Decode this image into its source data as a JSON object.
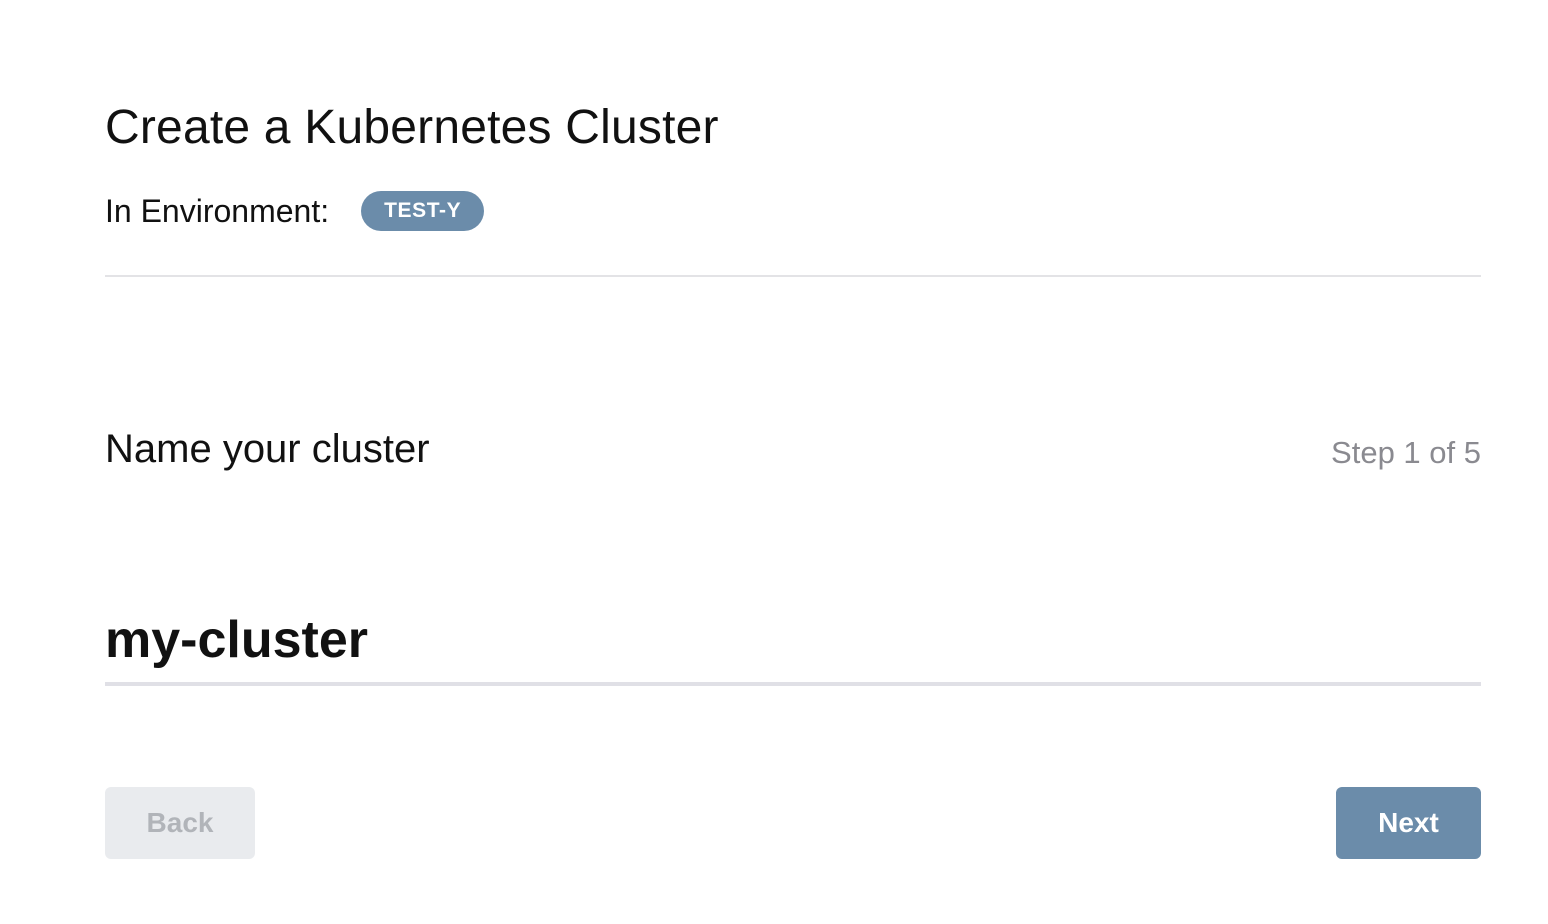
{
  "header": {
    "title": "Create a Kubernetes Cluster",
    "environment_label": "In Environment:",
    "environment_badge": "TEST-Y"
  },
  "step": {
    "title": "Name your cluster",
    "counter": "Step 1 of 5",
    "current": 1,
    "total": 5
  },
  "form": {
    "cluster_name_value": "my-cluster"
  },
  "footer": {
    "back_label": "Back",
    "back_disabled": true,
    "next_label": "Next"
  },
  "colors": {
    "accent": "#6b8caa",
    "divider": "#e3e3e6",
    "disabled_bg": "#e9ebee",
    "disabled_text": "#b1b4b9",
    "muted_text": "#8a8a90"
  }
}
